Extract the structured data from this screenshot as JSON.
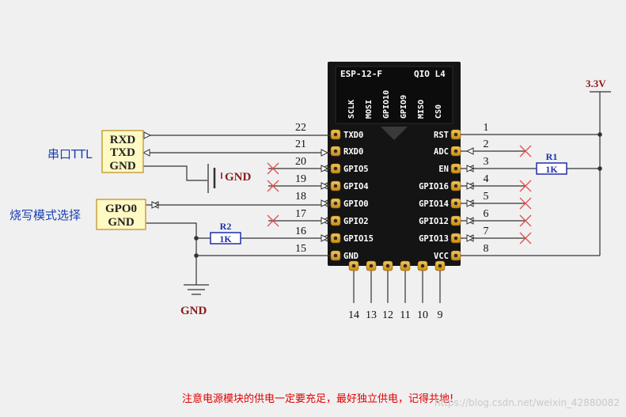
{
  "chip": {
    "model": "ESP-12-F",
    "flash": "QIO L4",
    "flash_pins": [
      "SCLK",
      "MOSI",
      "GPIO10",
      "GPIO9",
      "MISO",
      "CS0"
    ],
    "left_pins": [
      {
        "num": "22",
        "label": "TXD0"
      },
      {
        "num": "21",
        "label": "RXD0"
      },
      {
        "num": "20",
        "label": "GPIO5"
      },
      {
        "num": "19",
        "label": "GPIO4"
      },
      {
        "num": "18",
        "label": "GPIO0"
      },
      {
        "num": "17",
        "label": "GPIO2"
      },
      {
        "num": "16",
        "label": "GPIO15"
      },
      {
        "num": "15",
        "label": "GND"
      }
    ],
    "right_pins": [
      {
        "num": "1",
        "label": "RST"
      },
      {
        "num": "2",
        "label": "ADC"
      },
      {
        "num": "3",
        "label": "EN"
      },
      {
        "num": "4",
        "label": "GPIO16"
      },
      {
        "num": "5",
        "label": "GPIO14"
      },
      {
        "num": "6",
        "label": "GPIO12"
      },
      {
        "num": "7",
        "label": "GPIO13"
      },
      {
        "num": "8",
        "label": "VCC"
      }
    ],
    "bottom_pins": [
      "14",
      "13",
      "12",
      "11",
      "10",
      "9"
    ]
  },
  "ttl": {
    "title": "串口TTL",
    "labels": [
      "RXD",
      "TXD",
      "GND"
    ]
  },
  "burn": {
    "title": "烧写模式选择",
    "labels": [
      "GPO0",
      "GND"
    ]
  },
  "power": {
    "label": "3.3V"
  },
  "gnd_labels": {
    "top": "GND",
    "bottom": "GND"
  },
  "resistors": [
    {
      "name": "R1",
      "value": "1K"
    },
    {
      "name": "R2",
      "value": "1K"
    }
  ],
  "note": "注意电源模块的供电一定要充足，最好独立供电，记得共地!",
  "watermark": "https://blog.csdn.net/weixin_42880082",
  "colors": {
    "chip": "#141414",
    "pad": "#e8a317",
    "wire": "#333333",
    "box_fill": "#fff9c4",
    "box_border": "#c8a040",
    "cross": "#e05050",
    "resistor": "#1f2fa8",
    "note": "#e00000"
  }
}
